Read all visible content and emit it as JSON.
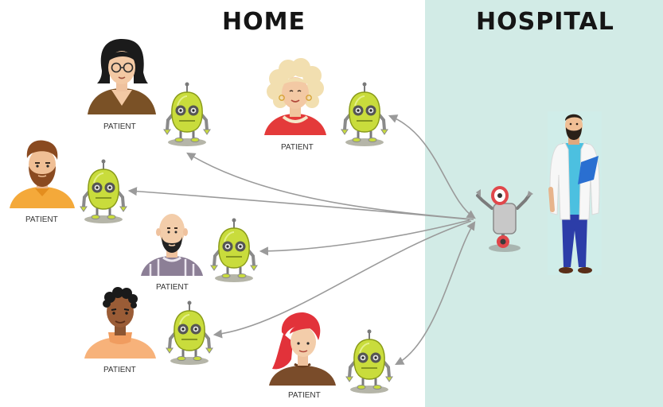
{
  "headings": {
    "home": "HOME",
    "hospital": "HOSPITAL"
  },
  "patient_label": "PATIENT",
  "colors": {
    "hospital_background": "#d2ebe6",
    "arrow": "#9a9a9a",
    "home_robot": "#c9dc3c",
    "hospital_robot": "#c8c8c8",
    "doctor_coat": "#ffffff",
    "doctor_pants": "#2c3da8",
    "doctor_shirt": "#4cc0e0"
  },
  "home": {
    "patients": [
      {
        "name": "patient-woman-glasses",
        "label": "PATIENT"
      },
      {
        "name": "patient-elderly-woman",
        "label": "PATIENT"
      },
      {
        "name": "patient-bearded-man",
        "label": "PATIENT"
      },
      {
        "name": "patient-bald-man",
        "label": "PATIENT"
      },
      {
        "name": "patient-curly-hair-man",
        "label": "PATIENT"
      },
      {
        "name": "patient-red-hair-woman",
        "label": "PATIENT"
      }
    ]
  },
  "hospital": {
    "figures": [
      "doctor",
      "hospital-robot"
    ]
  }
}
